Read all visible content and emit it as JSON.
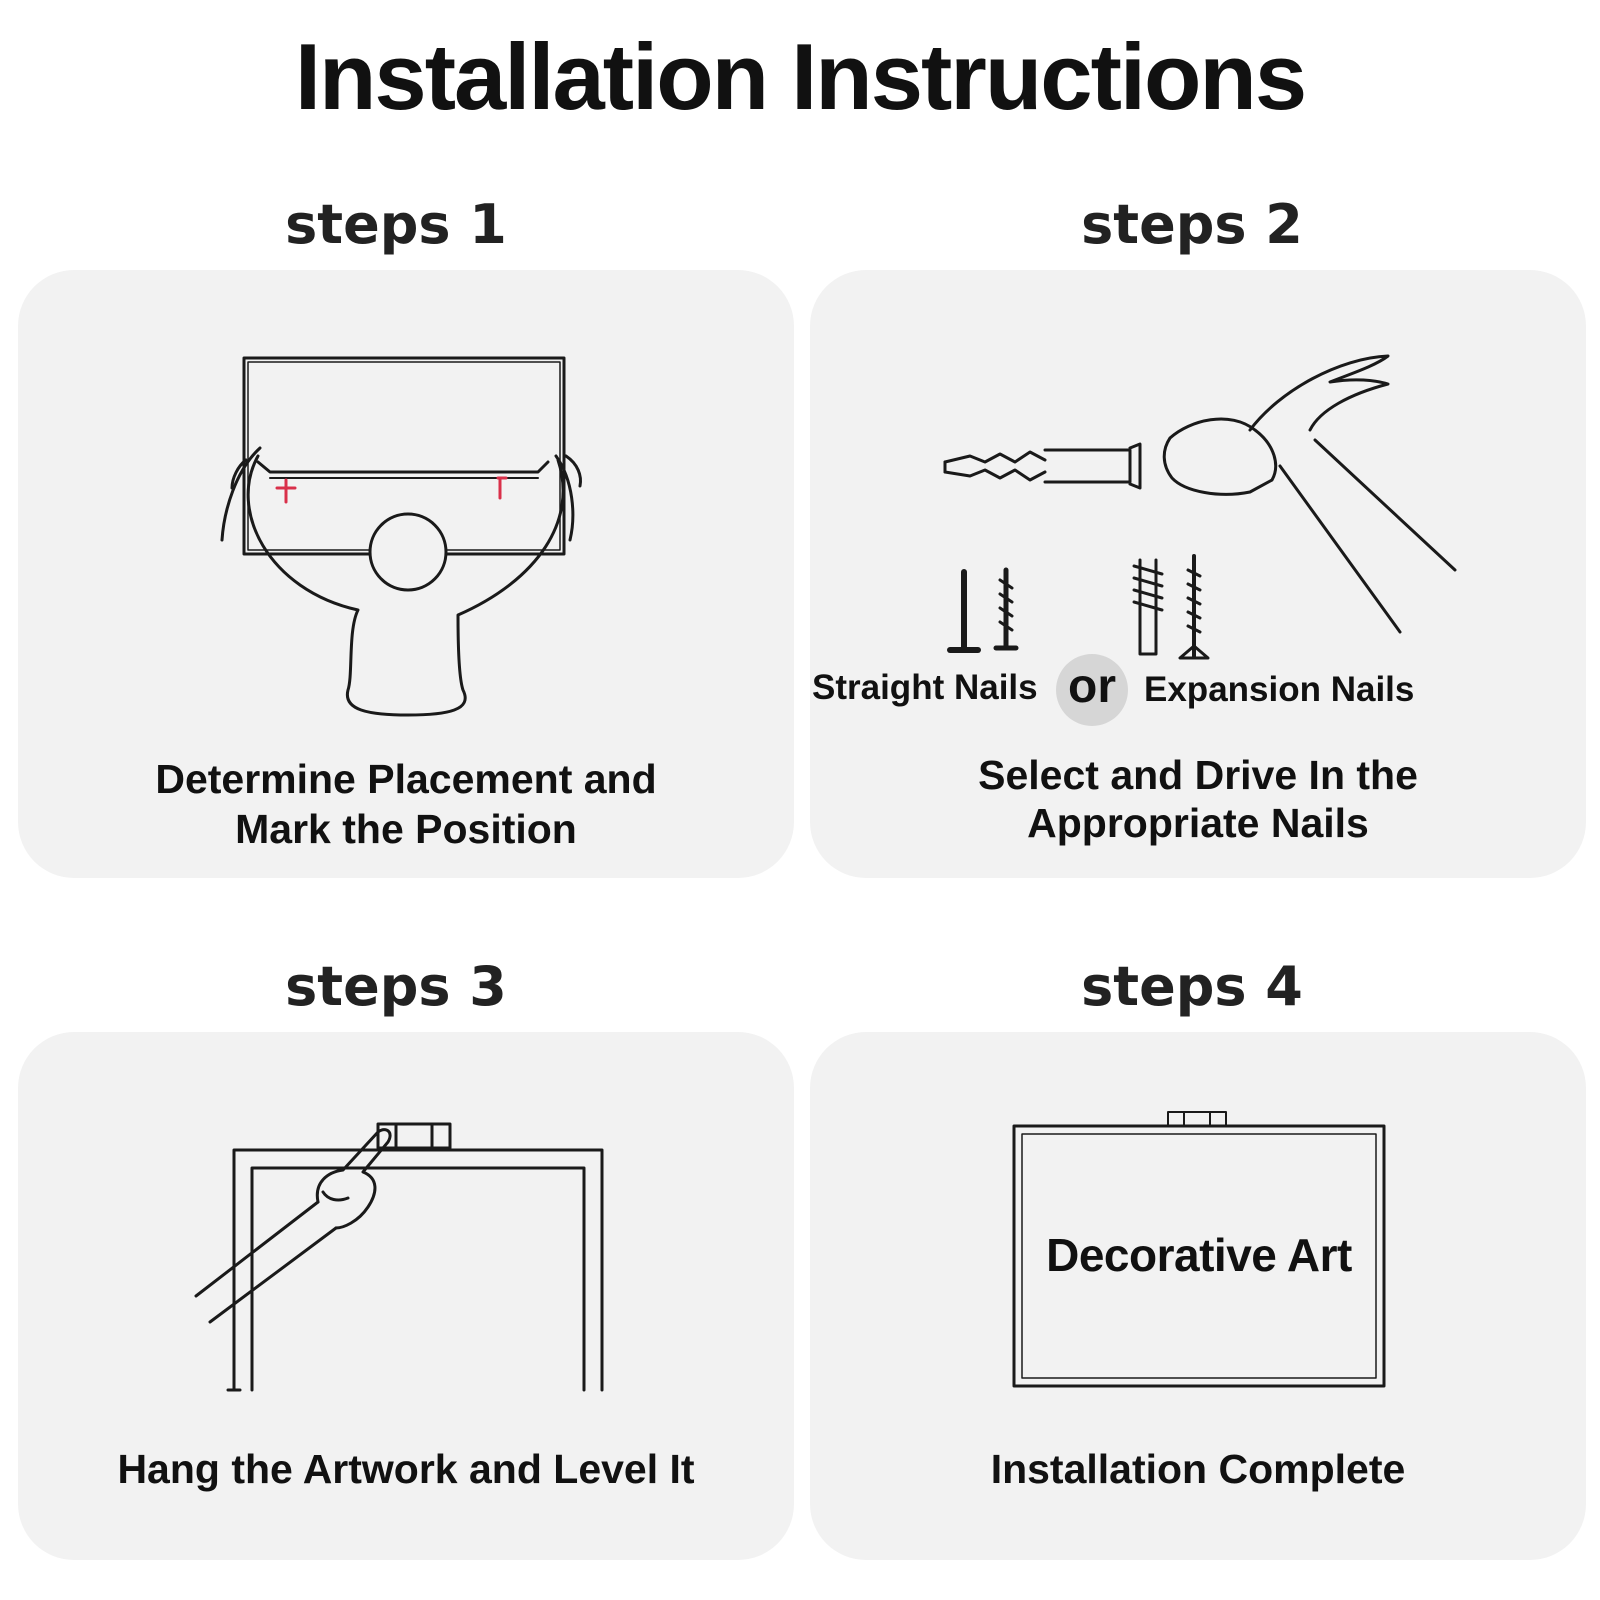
{
  "title": "Installation Instructions",
  "steps": [
    {
      "heading": "steps 1",
      "caption_line1": "Determine Placement and",
      "caption_line2": "Mark the Position",
      "illustration": "person-holding-frame-icon"
    },
    {
      "heading": "steps 2",
      "caption_line1": "Select and Drive In the",
      "caption_line2": "Appropriate Nails",
      "illustration": "hammer-and-nails-icon",
      "labels": {
        "straight": "Straight Nails",
        "or": "or",
        "expansion": "Expansion Nails"
      }
    },
    {
      "heading": "steps 3",
      "caption_line1": "Hang the Artwork and Level It",
      "illustration": "hand-leveling-frame-icon"
    },
    {
      "heading": "steps 4",
      "caption_line1": "Installation Complete",
      "art_label": "Decorative Art",
      "illustration": "finished-frame-icon"
    }
  ],
  "colors": {
    "card": "#f2f2f2",
    "mark": "#d9304a",
    "line": "#1a1a1a"
  }
}
